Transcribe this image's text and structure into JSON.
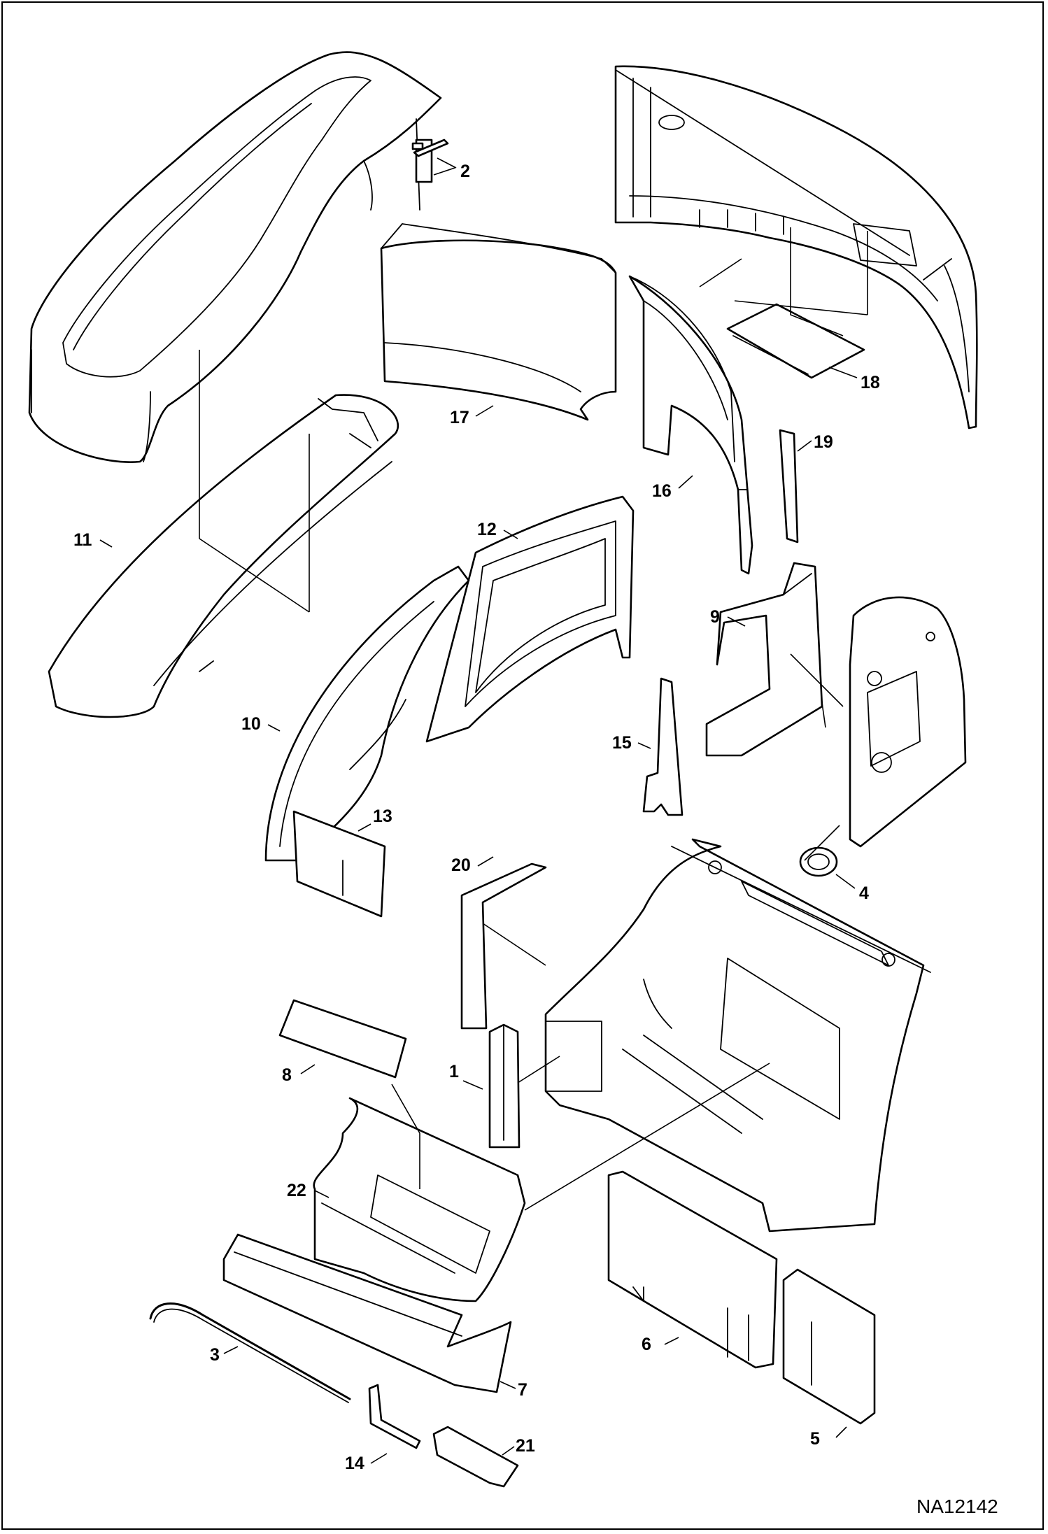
{
  "diagram": {
    "reference_code": "NA12142",
    "callouts": [
      {
        "id": "c2",
        "label": "2"
      },
      {
        "id": "c18",
        "label": "18"
      },
      {
        "id": "c17",
        "label": "17"
      },
      {
        "id": "c19",
        "label": "19"
      },
      {
        "id": "c16",
        "label": "16"
      },
      {
        "id": "c11",
        "label": "11"
      },
      {
        "id": "c12",
        "label": "12"
      },
      {
        "id": "c9",
        "label": "9"
      },
      {
        "id": "c10",
        "label": "10"
      },
      {
        "id": "c15",
        "label": "15"
      },
      {
        "id": "c13",
        "label": "13"
      },
      {
        "id": "c4",
        "label": "4"
      },
      {
        "id": "c20",
        "label": "20"
      },
      {
        "id": "c8",
        "label": "8"
      },
      {
        "id": "c1",
        "label": "1"
      },
      {
        "id": "c22",
        "label": "22"
      },
      {
        "id": "c3",
        "label": "3"
      },
      {
        "id": "c6",
        "label": "6"
      },
      {
        "id": "c7",
        "label": "7"
      },
      {
        "id": "c5",
        "label": "5"
      },
      {
        "id": "c14",
        "label": "14"
      },
      {
        "id": "c21",
        "label": "21"
      }
    ]
  }
}
